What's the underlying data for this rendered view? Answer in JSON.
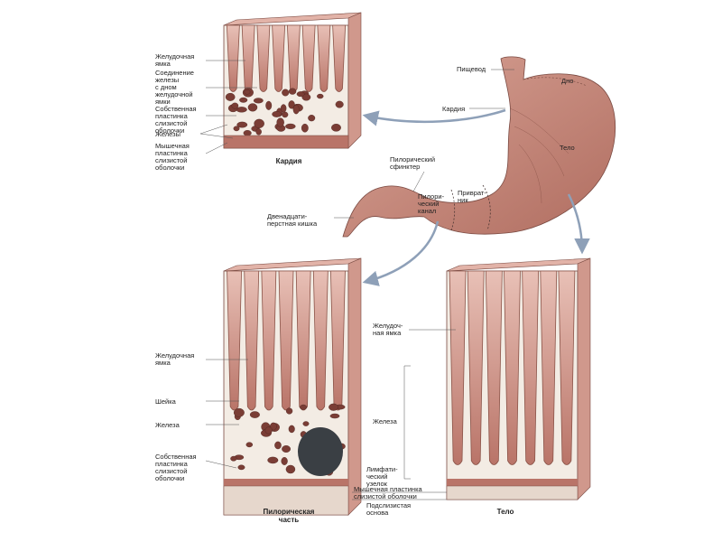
{
  "labels": {
    "cardia_block": {
      "gastric_pit": "Желудочная\nямка",
      "junction": "Соединение\nжелезы\nс дном\nжелудочной\nямки",
      "lamina_propria": "Собственная\nпластинка\nслизистой\nоболочки",
      "glands": "Железы",
      "muscularis_mucosae": "Мышечная\nпластинка\nслизистой\nоболочки",
      "caption": "Кардия"
    },
    "stomach": {
      "esophagus": "Пищевод",
      "fundus": "Дно",
      "cardia": "Кардия",
      "body": "Тело",
      "pyloric_sphincter": "Пилорический\nсфинктер",
      "pyloric_canal": "Пилори-\nческий\nканал",
      "antrum": "Приврат-\nник",
      "duodenum": "Двенадцати-\nперстная кишка"
    },
    "pylorus_block": {
      "gastric_pit": "Желудочная\nямка",
      "neck": "Шейка",
      "gland": "Железа",
      "lamina_propria": "Собственная\nпластинка\nслизистой\nоболочки",
      "caption": "Пилорическая\nчасть"
    },
    "shared": {
      "lymph_nodule": "Лимфати-\nческий\nузелок",
      "muscularis_mucosae": "Мышечная пластинка\nслизистой оболочки",
      "submucosa": "Подслизистая\nоснова"
    },
    "body_block": {
      "gastric_pit": "Желудоч-\nная ямка",
      "gland": "Железа",
      "caption": "Тело"
    }
  },
  "colors": {
    "tissue": "#d9a69a",
    "tissue_dark": "#9c5548",
    "gland": "#7a3d35",
    "stomach": "#c98d80",
    "arrow": "#8ea0b8",
    "nodule": "#3a3f44"
  }
}
